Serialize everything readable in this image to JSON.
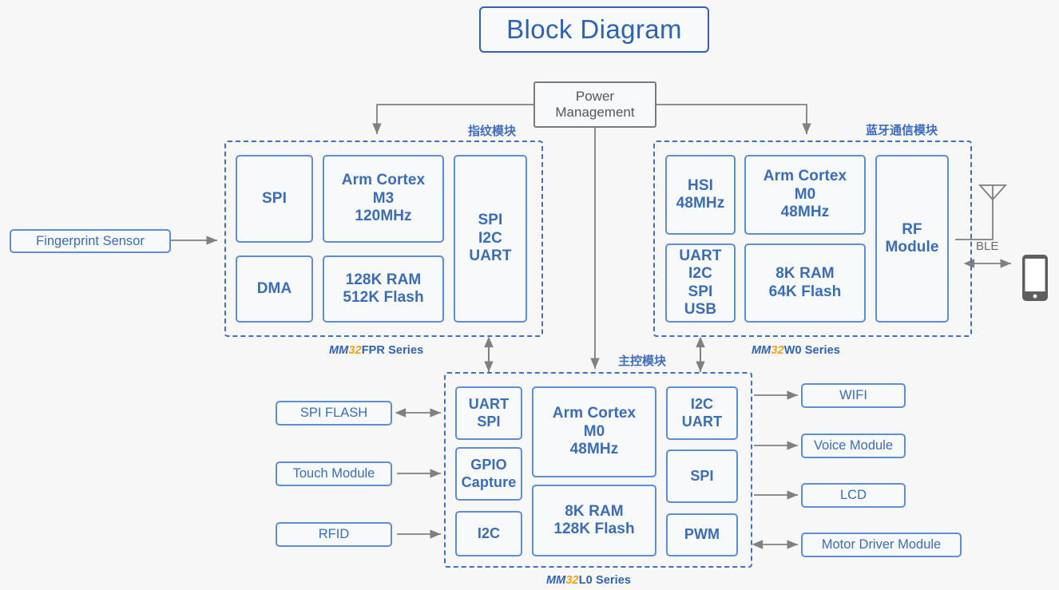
{
  "title": "Block Diagram",
  "power": {
    "label": "Power\nManagement"
  },
  "modules": {
    "fingerprint": {
      "caption_cn": "指纹模块",
      "series": {
        "mm": "MM",
        "n32": "32",
        "rest": "FPR Series"
      },
      "blocks": [
        {
          "name": "spi",
          "text": "SPI"
        },
        {
          "name": "core",
          "text": "Arm Cortex\nM3\n120MHz"
        },
        {
          "name": "interfaces",
          "text": "SPI\nI2C\nUART"
        },
        {
          "name": "dma",
          "text": "DMA"
        },
        {
          "name": "memory",
          "text": "128K RAM\n512K Flash"
        }
      ]
    },
    "bluetooth": {
      "caption_cn": "蓝牙通信模块",
      "series": {
        "mm": "MM",
        "n32": "32",
        "rest": "W0 Series"
      },
      "blocks": [
        {
          "name": "hsi",
          "text": "HSI\n48MHz"
        },
        {
          "name": "core",
          "text": "Arm Cortex\nM0\n48MHz"
        },
        {
          "name": "rf",
          "text": "RF\nModule"
        },
        {
          "name": "interfaces",
          "text": "UART\nI2C\nSPI\nUSB"
        },
        {
          "name": "memory",
          "text": "8K RAM\n64K Flash"
        }
      ]
    },
    "main_control": {
      "caption_cn": "主控模块",
      "series": {
        "mm": "MM",
        "n32": "32",
        "rest": "L0 Series"
      },
      "blocks": [
        {
          "name": "uart-spi",
          "text": "UART\nSPI"
        },
        {
          "name": "gpio-capture",
          "text": "GPIO\nCapture"
        },
        {
          "name": "i2c",
          "text": "I2C"
        },
        {
          "name": "core",
          "text": "Arm Cortex\nM0\n48MHz"
        },
        {
          "name": "memory",
          "text": "8K RAM\n128K Flash"
        },
        {
          "name": "i2c-uart",
          "text": "I2C\nUART"
        },
        {
          "name": "spi",
          "text": "SPI"
        },
        {
          "name": "pwm",
          "text": "PWM"
        }
      ]
    }
  },
  "peripherals": {
    "left_of_fingerprint": {
      "label": "Fingerprint Sensor"
    },
    "left_of_main": [
      {
        "name": "spi-flash",
        "label": "SPI FLASH"
      },
      {
        "name": "touch-module",
        "label": "Touch Module"
      },
      {
        "name": "rfid",
        "label": "RFID"
      }
    ],
    "right_of_main": [
      {
        "name": "wifi",
        "label": "WIFI"
      },
      {
        "name": "voice-module",
        "label": "Voice Module"
      },
      {
        "name": "lcd",
        "label": "LCD"
      },
      {
        "name": "motor-driver-module",
        "label": "Motor Driver Module"
      }
    ]
  },
  "radio": {
    "ble_label": "BLE"
  },
  "colors": {
    "accent_blue": "#3a6cb8",
    "border_blue": "#5b8ed6",
    "dash_blue": "#3f6fc4",
    "orange": "#f6a01a",
    "gray": "#7a7a7a",
    "background": "#f7f7f7"
  }
}
